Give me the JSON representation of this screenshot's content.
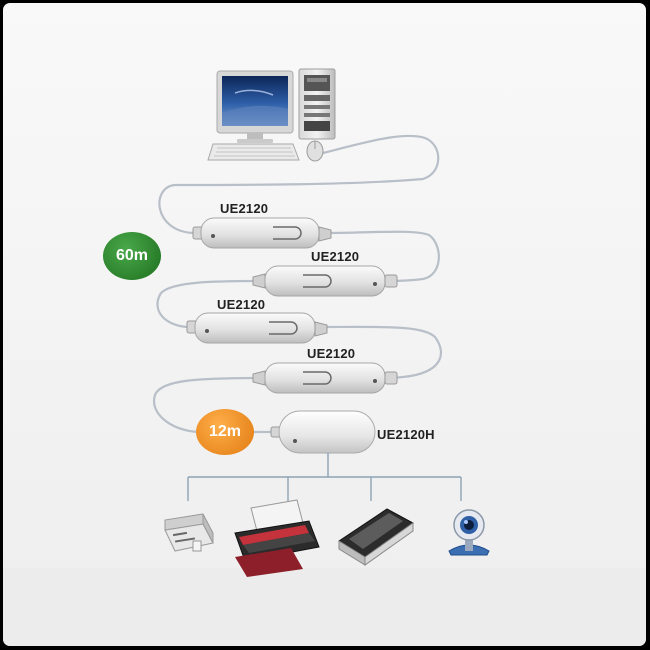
{
  "extenders": [
    {
      "label": "UE2120"
    },
    {
      "label": "UE2120"
    },
    {
      "label": "UE2120"
    },
    {
      "label": "UE2120"
    }
  ],
  "hub": {
    "label": "UE2120H"
  },
  "distances": [
    {
      "value": "60m",
      "color": "#2e8a2e"
    },
    {
      "value": "12m",
      "color": "#ee8a1e"
    }
  ],
  "devices": [
    "card-reader-icon",
    "printer-icon",
    "scanner-icon",
    "webcam-icon"
  ],
  "colors": {
    "cable": "#b8bfc8",
    "connector": "#e4e4e4",
    "hub_line": "#8ea2b4"
  }
}
